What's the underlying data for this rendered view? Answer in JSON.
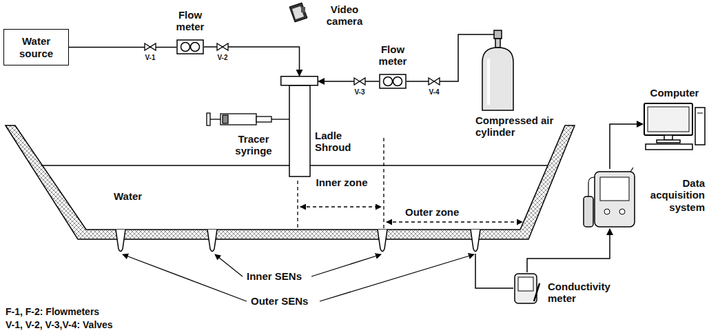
{
  "diagram": {
    "nodes": [
      {
        "text": [
          "Water source"
        ]
      },
      {
        "text": [
          "Flow meter"
        ]
      },
      {
        "text": [
          "Flow meter"
        ]
      },
      {
        "text": [
          "Ladle Shroud"
        ]
      },
      {
        "text": [
          "Compressed air cylinder"
        ]
      },
      {
        "text": [
          "Computer"
        ]
      },
      {
        "text": [
          "Data acquisition system"
        ]
      },
      {
        "text": [
          "Conductivity meter"
        ]
      }
    ],
    "edges": [
      {
        "from": 0,
        "to": 1,
        "arrow": "none"
      },
      {
        "from": 1,
        "to": 3,
        "arrow": "to"
      },
      {
        "from": 4,
        "to": 2,
        "arrow": "none"
      },
      {
        "from": 2,
        "to": 3,
        "arrow": "to"
      },
      {
        "from": 7,
        "to": 6,
        "arrow": "to"
      },
      {
        "from": 6,
        "to": 5,
        "arrow": "to"
      }
    ],
    "labels": [
      "Video camera",
      "V-1",
      "V-2",
      "V-3",
      "V-4",
      "Tracer syringe",
      "Water",
      "Inner zone",
      "Outer zone",
      "Inner SENs",
      "Outer SENs",
      "F-1, F-2: Flowmeters",
      "V-1, V-2, V-3,V-4: Valves"
    ]
  }
}
